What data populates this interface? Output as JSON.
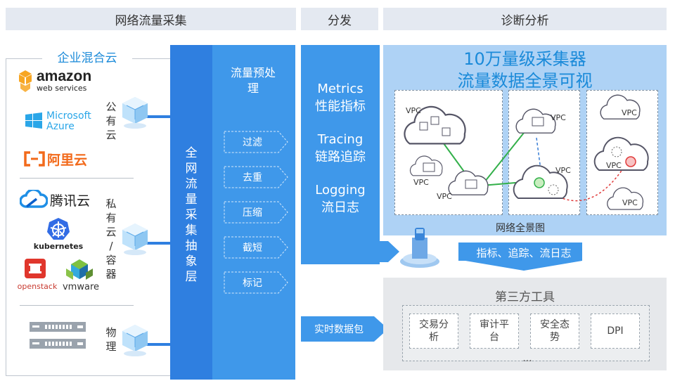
{
  "headers": {
    "collect": "网络流量采集",
    "distribute": "分发",
    "diagnose": "诊断分析"
  },
  "hybrid_cloud": {
    "title": "企业混合云",
    "groups": [
      {
        "label": "公有云",
        "brands": [
          "amazon",
          "web services",
          "Microsoft",
          "Azure",
          "阿里云"
        ]
      },
      {
        "label": "私有云/容器",
        "brands": [
          "腾讯云",
          "kubernetes",
          "openstack",
          "vmware"
        ]
      },
      {
        "label": "物理",
        "brands": []
      }
    ]
  },
  "abstraction_layer": "全网流量采集抽象层",
  "preprocess": {
    "title": "流量预处理",
    "steps": [
      "过滤",
      "去重",
      "压缩",
      "截短",
      "标记"
    ]
  },
  "distribution": {
    "items": [
      {
        "en": "Metrics",
        "zh": "性能指标"
      },
      {
        "en": "Tracing",
        "zh": "链路追踪"
      },
      {
        "en": "Logging",
        "zh": "流日志"
      }
    ],
    "realtime": "实时数据包"
  },
  "diagnosis": {
    "title_line1": "10万量级采集器",
    "title_line2": "流量数据全景可视",
    "vpc_label": "VPC",
    "caption": "网络全景图",
    "output_arrow": "指标、追踪、流日志"
  },
  "third_party": {
    "title": "第三方工具",
    "tools": [
      "交易分析",
      "审计平台",
      "安全态势",
      "DPI"
    ],
    "more": "..."
  },
  "colors": {
    "header_bg": "#e4e9f1",
    "layer_dark": "#2f7fe0",
    "layer_light": "#3f98ea",
    "panel_bg": "#aed2f5",
    "title_blue": "#1a8ad9",
    "green_link": "#33b04a",
    "red_link": "#e03a3a"
  }
}
